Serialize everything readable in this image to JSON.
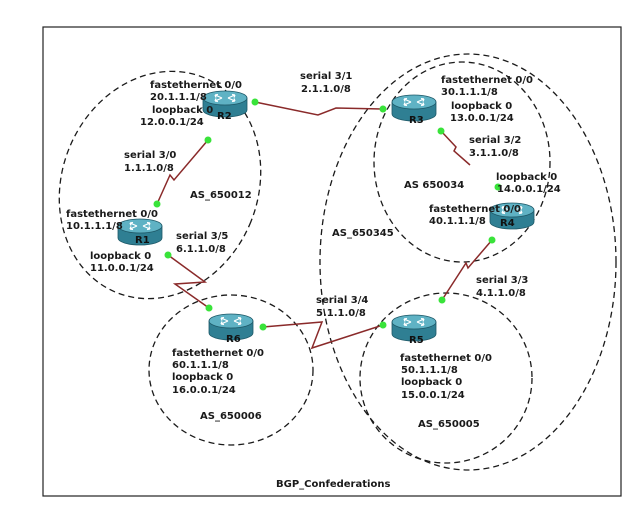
{
  "title": "BGP_Confederations",
  "colors": {
    "frame": "#222222",
    "link": "#8a2a2a",
    "port": "#39e33a",
    "router_top": "#5fb2c4",
    "router_side": "#2f7f93",
    "boundary": "#1a1a1a"
  },
  "routers": [
    {
      "id": "R1",
      "label": "R1",
      "icon": "router-icon"
    },
    {
      "id": "R2",
      "label": "R2",
      "icon": "router-icon"
    },
    {
      "id": "R3",
      "label": "R3",
      "icon": "router-icon"
    },
    {
      "id": "R4",
      "label": "R4",
      "icon": "router-icon"
    },
    {
      "id": "R5",
      "label": "R5",
      "icon": "router-icon"
    },
    {
      "id": "R6",
      "label": "R6",
      "icon": "router-icon"
    }
  ],
  "as_labels": {
    "as_650012": "AS_650012",
    "as_650034": "AS 650034",
    "as_650345": "AS_650345",
    "as_650006": "AS_650006",
    "as_650005": "AS_650005"
  },
  "interfaces": {
    "r2_fe_name": "fastethernet 0/0",
    "r2_fe_ip": "20.1.1.1/8",
    "r2_lo_name": "loopback 0",
    "r2_lo_ip": "12.0.0.1/24",
    "r2_r3_name": "serial 3/1",
    "r2_r3_ip": "2.1.1.0/8",
    "r3_fe_name": "fastethernet 0/0",
    "r3_fe_ip": "30.1.1.1/8",
    "r3_lo_name": "loopback 0",
    "r3_lo_ip": "13.0.0.1/24",
    "r3_r4_name": "serial 3/2",
    "r3_r4_ip": "3.1.1.0/8",
    "r4_lo_name": "loopback 0",
    "r4_lo_ip": "14.0.0.1/24",
    "r4_fe_name": "fastethernet 0/0",
    "r4_fe_ip": "40.1.1.1/8",
    "r1_r2_name": "serial 3/0",
    "r1_r2_ip": "1.1.1.0/8",
    "r1_fe_name": "fastethernet 0/0",
    "r1_fe_ip": "10.1.1.1/8",
    "r1_r6_name": "serial 3/5",
    "r1_r6_ip": "6.1.1.0/8",
    "r1_lo_name": "loopback 0",
    "r1_lo_ip": "11.0.0.1/24",
    "r4_r5_name": "serial 3/3",
    "r4_r5_ip": "4.1.1.0/8",
    "r6_r5_name": "serial 3/4",
    "r6_r5_ip": "5.1.1.0/8",
    "r6_fe_name": "fastethernet 0/0",
    "r6_fe_ip": "60.1.1.1/8",
    "r6_lo_name": "loopback 0",
    "r6_lo_ip": "16.0.0.1/24",
    "r5_fe_name": "fastethernet 0/0",
    "r5_fe_ip": "50.1.1.1/8",
    "r5_lo_name": "loopback 0",
    "r5_lo_ip": "15.0.0.1/24"
  }
}
